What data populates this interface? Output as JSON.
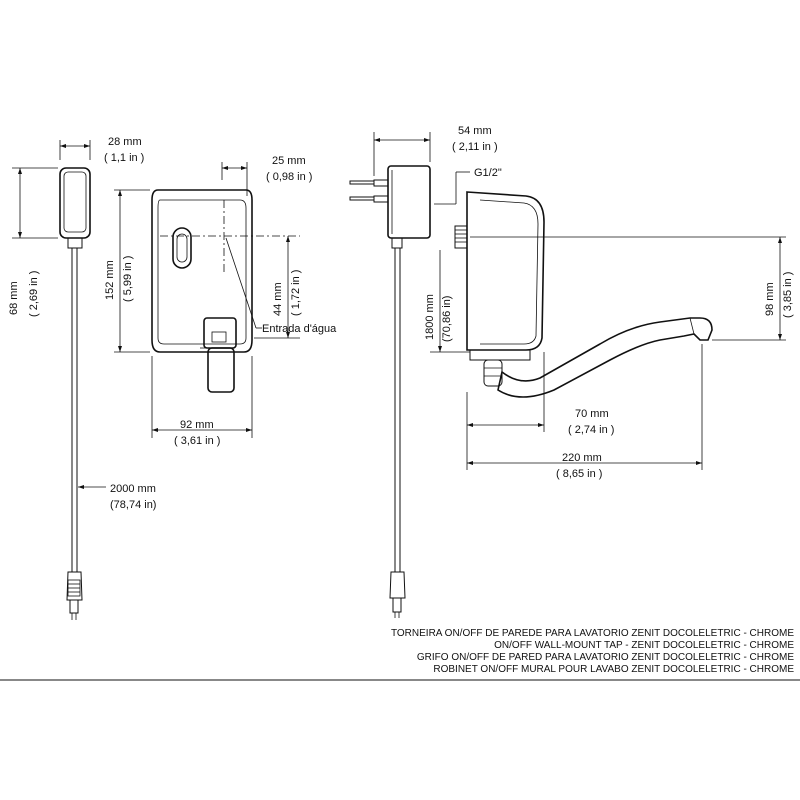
{
  "dimensions": {
    "adapter_width": {
      "mm": "28 mm",
      "in": "( 1,1 in )"
    },
    "adapter_height": {
      "mm": "68 mm",
      "in": "( 2,69 in )"
    },
    "cable_length": {
      "mm": "2000 mm",
      "in": "(78,74 in)"
    },
    "panel_depth": {
      "mm": "25 mm",
      "in": "( 0,98 in )"
    },
    "panel_height": {
      "mm": "152 mm",
      "in": "( 5,99 in )"
    },
    "inlet_offset": {
      "mm": "44 mm",
      "in": "( 1,72 in )"
    },
    "panel_width": {
      "mm": "92 mm",
      "in": "( 3,61 in )"
    },
    "side_adapter_width": {
      "mm": "54 mm",
      "in": "( 2,11 in )"
    },
    "mount_height": {
      "mm": "1800 mm",
      "in": "(70,86 in)"
    },
    "spout_height": {
      "mm": "98 mm",
      "in": "( 3,85 in )"
    },
    "body_depth": {
      "mm": "70 mm",
      "in": "( 2,74 in )"
    },
    "spout_reach": {
      "mm": "220 mm",
      "in": "( 8,65 in )"
    }
  },
  "labels": {
    "water_inlet": "Entrada d'água",
    "thread": "G1/2\""
  },
  "title_block": {
    "pt": "TORNEIRA ON/OFF DE PAREDE PARA LAVATORIO ZENIT DOCOLELETRIC - CHROME",
    "en": "ON/OFF WALL-MOUNT TAP - ZENIT DOCOLELETRIC - CHROME",
    "es": "GRIFO ON/OFF DE PARED PARA LAVATORIO ZENIT DOCOLELETRIC - CHROME",
    "fr": "ROBINET ON/OFF MURAL POUR LAVABO ZENIT DOCOLELETRIC - CHROME"
  }
}
